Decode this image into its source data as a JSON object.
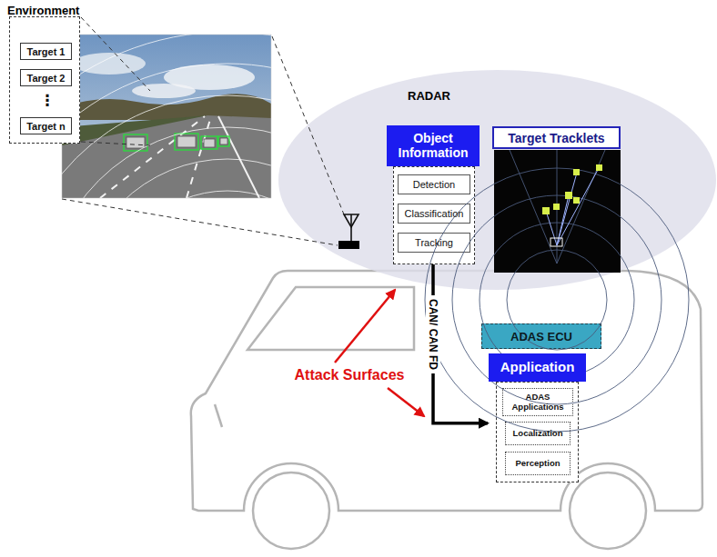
{
  "diagram": {
    "nodes": [
      {
        "text": [
          "Environment"
        ]
      },
      {
        "text": [
          "Target 1"
        ],
        "in": 0
      },
      {
        "text": [
          "Target 2"
        ],
        "in": 0
      },
      {
        "text": [
          "Target n"
        ],
        "in": 0
      },
      {
        "text": [
          "RADAR"
        ]
      },
      {
        "text": [
          "Object Information"
        ],
        "in": 4
      },
      {
        "text": [
          "Detection"
        ],
        "in": 5
      },
      {
        "text": [
          "Classification"
        ],
        "in": 5
      },
      {
        "text": [
          "Tracking"
        ],
        "in": 5
      },
      {
        "text": [
          "Target Tracklets"
        ],
        "in": 4
      },
      {
        "text": [
          "ADAS ECU"
        ]
      },
      {
        "text": [
          "Application"
        ]
      },
      {
        "text": [
          "ADAS Applications"
        ],
        "in": 11
      },
      {
        "text": [
          "Localization"
        ],
        "in": 11
      },
      {
        "text": [
          "Perception"
        ],
        "in": 11
      }
    ],
    "edges": [
      {
        "from": 5,
        "to": 11,
        "arrow": "to",
        "label": "CAN/ CAN FD"
      }
    ],
    "labels": [
      "⋮",
      "Attack Surfaces"
    ]
  }
}
